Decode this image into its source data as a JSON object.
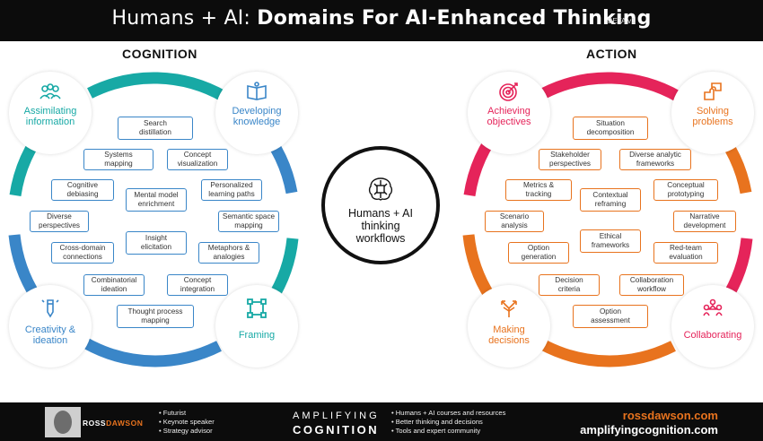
{
  "header": {
    "title_prefix": "Humans + AI: ",
    "title_main": "Domains For AI-Enhanced Thinking",
    "beta": "BETA v1"
  },
  "sections": {
    "left": "COGNITION",
    "right": "ACTION"
  },
  "center": {
    "line1": "Humans + AI",
    "line2": "thinking",
    "line3": "workflows"
  },
  "colors": {
    "blue": "#3a86c8",
    "teal": "#17a9a5",
    "orange": "#e8731e",
    "pink": "#e5245a",
    "dark": "#0c0c0c"
  },
  "cognition": {
    "corners": {
      "assimilating": {
        "line1": "Assimilating",
        "line2": "information",
        "icon": "people-group-icon"
      },
      "developing": {
        "line1": "Developing",
        "line2": "knowledge",
        "icon": "open-book-icon"
      },
      "creativity": {
        "line1": "Creativity &",
        "line2": "ideation",
        "icon": "pencil-icon"
      },
      "framing": {
        "line1": "Framing",
        "icon": "frame-icon"
      }
    },
    "boxes": {
      "search": {
        "line1": "Search",
        "line2": "distillation"
      },
      "systems": {
        "line1": "Systems",
        "line2": "mapping"
      },
      "concept_vis": {
        "line1": "Concept",
        "line2": "visualization"
      },
      "debiasing": {
        "line1": "Cognitive",
        "line2": "debiasing"
      },
      "mental_model": {
        "line1": "Mental model",
        "line2": "enrichment"
      },
      "personalized": {
        "line1": "Personalized",
        "line2": "learning paths"
      },
      "diverse": {
        "line1": "Diverse",
        "line2": "perspectives"
      },
      "semantic": {
        "line1": "Semantic space",
        "line2": "mapping"
      },
      "insight": {
        "line1": "Insight",
        "line2": "elicitation"
      },
      "cross_domain": {
        "line1": "Cross-domain",
        "line2": "connections"
      },
      "metaphors": {
        "line1": "Metaphors &",
        "line2": "analogies"
      },
      "combinatorial": {
        "line1": "Combinatorial",
        "line2": "ideation"
      },
      "concept_int": {
        "line1": "Concept",
        "line2": "integration"
      },
      "thought": {
        "line1": "Thought process",
        "line2": "mapping"
      }
    }
  },
  "action": {
    "corners": {
      "achieving": {
        "line1": "Achieving",
        "line2": "objectives",
        "icon": "target-icon"
      },
      "solving": {
        "line1": "Solving",
        "line2": "problems",
        "icon": "puzzle-icon"
      },
      "making": {
        "line1": "Making",
        "line2": "decisions",
        "icon": "branch-icon"
      },
      "collaborating": {
        "line1": "Collaborating",
        "icon": "team-icon"
      }
    },
    "boxes": {
      "situation": {
        "line1": "Situation",
        "line2": "decomposition"
      },
      "stakeholder": {
        "line1": "Stakeholder",
        "line2": "perspectives"
      },
      "diverse_analytic": {
        "line1": "Diverse analytic",
        "line2": "frameworks"
      },
      "metrics": {
        "line1": "Metrics &",
        "line2": "tracking"
      },
      "conceptual": {
        "line1": "Conceptual",
        "line2": "prototyping"
      },
      "contextual": {
        "line1": "Contextual",
        "line2": "reframing"
      },
      "scenario": {
        "line1": "Scenario",
        "line2": "analysis"
      },
      "narrative": {
        "line1": "Narrative",
        "line2": "development"
      },
      "ethical": {
        "line1": "Ethical",
        "line2": "frameworks"
      },
      "option_gen": {
        "line1": "Option",
        "line2": "generation"
      },
      "redteam": {
        "line1": "Red-team",
        "line2": "evaluation"
      },
      "decision": {
        "line1": "Decision",
        "line2": "criteria"
      },
      "collab_wf": {
        "line1": "Collaboration",
        "line2": "workflow"
      },
      "option_assess": {
        "line1": "Option",
        "line2": "assessment"
      }
    }
  },
  "footer": {
    "brand": {
      "part1": "ROSS",
      "part2": "DAWSON"
    },
    "roles": [
      "• Futurist",
      "• Keynote speaker",
      "• Strategy advisor"
    ],
    "amp_top": "AMPLIFYING",
    "amp_bottom": "COGNITION",
    "offers": [
      "• Humans + AI courses and resources",
      "• Better thinking and decisions",
      "• Tools and expert community"
    ],
    "url1": "rossdawson.com",
    "url2": "amplifyingcognition.com"
  }
}
